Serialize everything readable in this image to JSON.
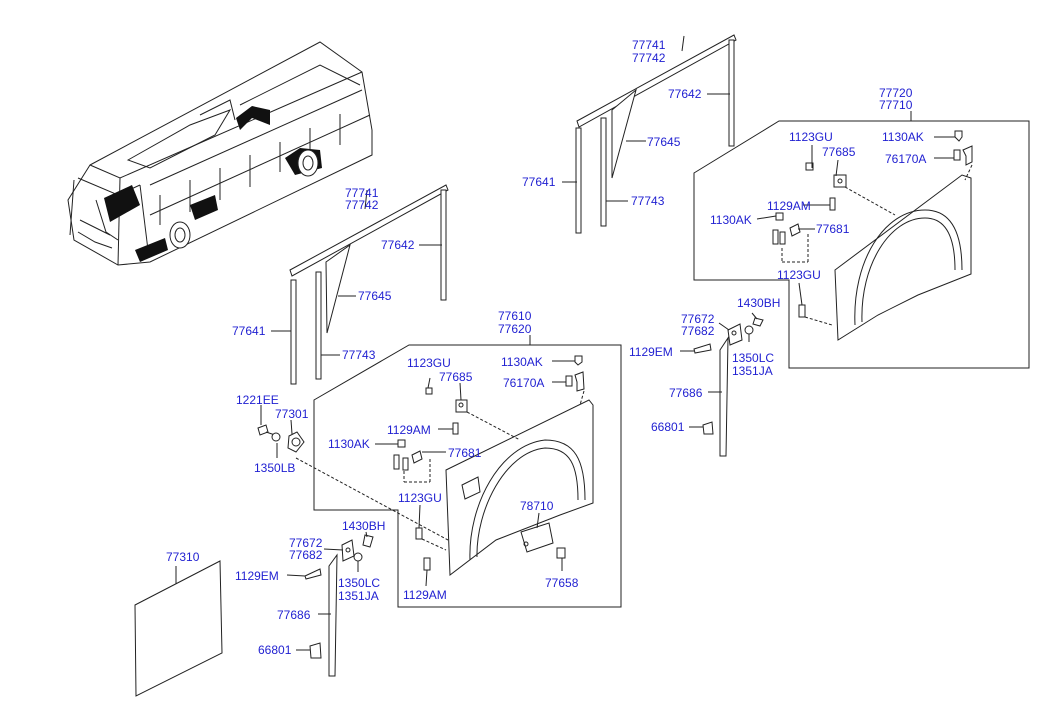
{
  "labels": {
    "a_77741": "77741",
    "a_77742": "77742",
    "a_77642": "77642",
    "a_77645": "77645",
    "a_77641": "77641",
    "a_77743": "77743",
    "b_77741": "77741",
    "b_77742": "77742",
    "b_77642": "77642",
    "b_77645": "77645",
    "b_77641": "77641",
    "b_77743": "77743",
    "r_77720": "77720",
    "r_77710": "77710",
    "r_1123GU_top": "1123GU",
    "r_77685": "77685",
    "r_1130AK_top": "1130AK",
    "r_76170A": "76170A",
    "r_1129AM": "1129AM",
    "r_1130AK": "1130AK",
    "r_77681": "77681",
    "r_1123GU_bot": "1123GU",
    "rm_77672": "77672",
    "rm_77682": "77682",
    "rm_1430BH": "1430BH",
    "rm_1129EM": "1129EM",
    "rm_1350LC": "1350LC",
    "rm_1351JA": "1351JA",
    "rm_77686": "77686",
    "rm_66801": "66801",
    "c_77610": "77610",
    "c_77620": "77620",
    "c_1123GU_top": "1123GU",
    "c_77685": "77685",
    "c_1130AK_top": "1130AK",
    "c_76170A": "76170A",
    "c_1129AM": "1129AM",
    "c_1130AK": "1130AK",
    "c_77681": "77681",
    "c_1123GU_bot": "1123GU",
    "c_78710": "78710",
    "c_77658": "77658",
    "c_1129AM_bot": "1129AM",
    "l_1221EE": "1221EE",
    "l_77301": "77301",
    "l_1350LB": "1350LB",
    "lm_77672": "77672",
    "lm_77682": "77682",
    "lm_1430BH": "1430BH",
    "lm_1129EM": "1129EM",
    "lm_1350LC": "1350LC",
    "lm_1351JA": "1351JA",
    "lm_77686": "77686",
    "lm_66801": "66801",
    "l_77310": "77310"
  },
  "colors": {
    "label": "#1f1fd1",
    "line": "#222222",
    "background": "#ffffff"
  }
}
